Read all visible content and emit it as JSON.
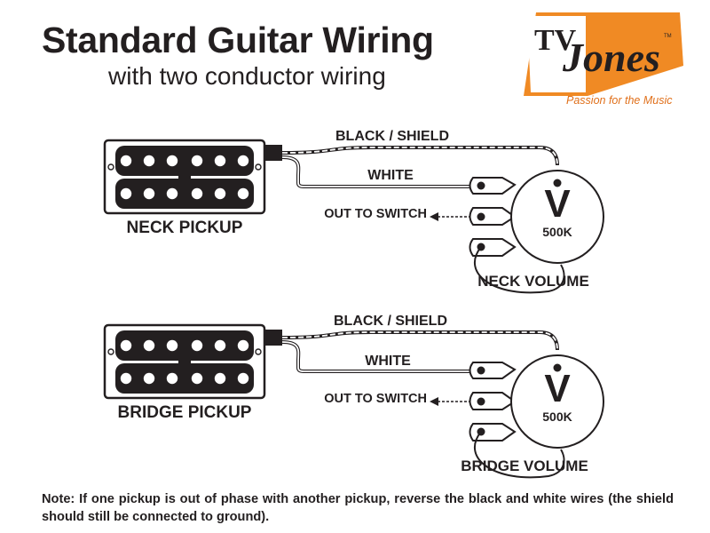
{
  "header": {
    "title": "Standard Guitar Wiring",
    "subtitle": "with two conductor wiring"
  },
  "logo": {
    "wordmark": "Jones",
    "tv_letters": "TV",
    "tm": "TM",
    "tagline": "Passion for the Music",
    "colors": {
      "orange": "#f08a24",
      "dark": "#231f20",
      "tagline": "#e0701b"
    }
  },
  "neck": {
    "pickup_label": "NECK PICKUP",
    "wire_ground": "BLACK / SHIELD",
    "wire_hot": "WHITE",
    "output": "OUT TO SWITCH",
    "pot_letter": "V",
    "pot_value": "500K",
    "pot_label": "NECK VOLUME"
  },
  "bridge": {
    "pickup_label": "BRIDGE PICKUP",
    "wire_ground": "BLACK / SHIELD",
    "wire_hot": "WHITE",
    "output": "OUT TO SWITCH",
    "pot_letter": "V",
    "pot_value": "500K",
    "pot_label": "BRIDGE VOLUME"
  },
  "note": "Note: If one pickup is out of phase with another pickup, reverse the black and white wires (the shield should still be connected to ground)."
}
